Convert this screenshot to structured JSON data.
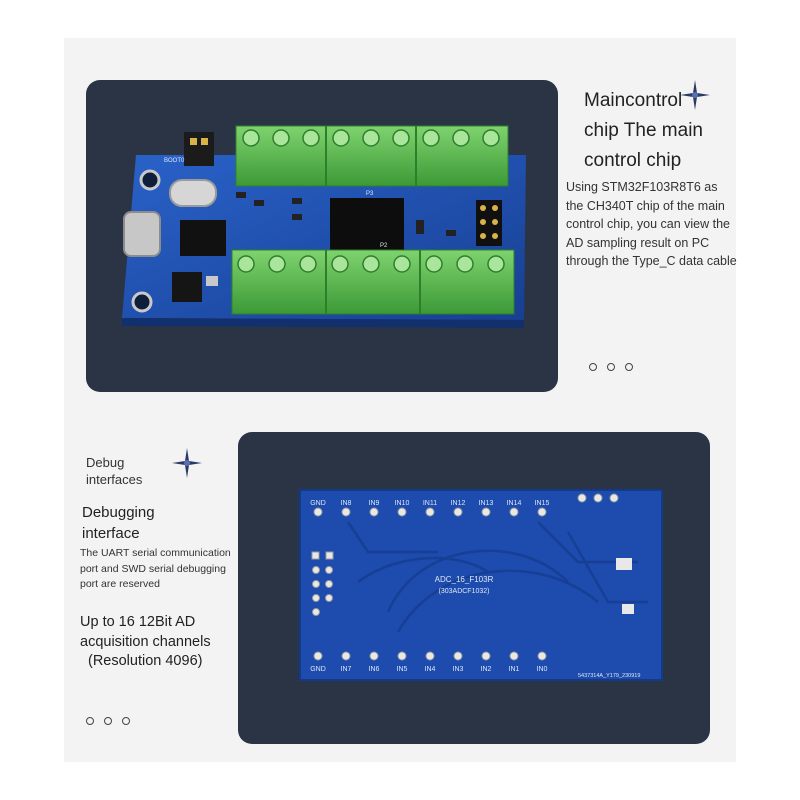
{
  "top_section": {
    "title": "Maincontrol\nchip The main\ncontrol chip",
    "description": "Using STM32F103R8T6 as the CH340T chip of the main control chip, you can view the AD sampling result on PC through the Type_C data cable",
    "icons": [
      "sparkle-icon",
      "pagination-dots-icon"
    ]
  },
  "bottom_section": {
    "label": "Debug\ninterfaces",
    "subtitle": "Debugging\ninterface",
    "description": "The UART serial communication port and SWD serial debugging port are reserved",
    "acquisition": "Up to 16 12Bit AD\nacquisition channels",
    "resolution": "(Resolution 4096)",
    "icons": [
      "sparkle-icon",
      "pagination-dots-icon"
    ]
  },
  "board_front": {
    "silk_labels": [
      "BOOT0",
      "P3",
      "P2"
    ]
  },
  "board_back": {
    "top_pins": [
      "GND",
      "IN8",
      "IN9",
      "IN10",
      "IN11",
      "IN12",
      "IN13",
      "IN14",
      "IN15"
    ],
    "bottom_pins": [
      "GND",
      "IN7",
      "IN6",
      "IN5",
      "IN4",
      "IN3",
      "IN2",
      "IN1",
      "IN0"
    ],
    "chip_label": "ADC_16_F103R",
    "chip_code": "(303ADCF1032)",
    "serial": "5437314A_Y179_230919"
  },
  "colors": {
    "panel": "#2b3444",
    "pcb": "#1f4fb0",
    "terminal": "#52b84b",
    "sheet": "#f3f3f4"
  }
}
